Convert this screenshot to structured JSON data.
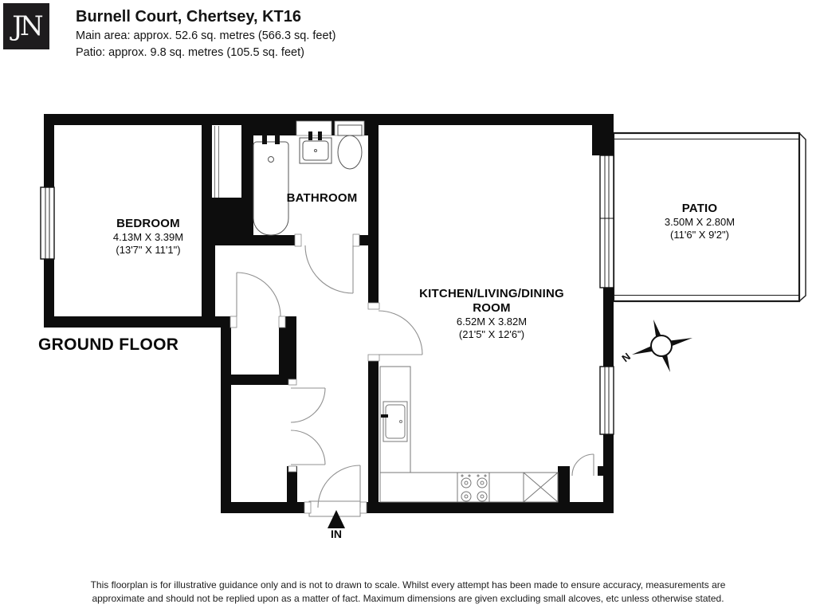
{
  "header": {
    "logo": "JN",
    "title": "Burnell Court, Chertsey, KT16",
    "main_area": "Main area: approx. 52.6 sq. metres (566.3 sq. feet)",
    "patio_area": "Patio: approx. 9.8 sq. metres (105.5 sq. feet)"
  },
  "plan": {
    "floor_label": "GROUND FLOOR",
    "entrance_label": "IN",
    "compass_north": "N",
    "rooms": {
      "bedroom": {
        "name": "BEDROOM",
        "metric": "4.13M X 3.39M",
        "imperial": "(13'7\" X 11'1\")"
      },
      "bathroom": {
        "name": "BATHROOM"
      },
      "kitchen": {
        "name_line1": "KITCHEN/LIVING/DINING",
        "name_line2": "ROOM",
        "metric": "6.52M X 3.82M",
        "imperial": "(21'5\" X 12'6\")"
      },
      "patio": {
        "name": "PATIO",
        "metric": "3.50M X 2.80M",
        "imperial": "(11'6\" X 9'2\")"
      }
    }
  },
  "footer": {
    "line1": "This floorplan is for illustrative guidance only and is not to drawn to scale. Whilst every attempt has been made to ensure accuracy, measurements are",
    "line2": "approximate and should not be replied upon as a matter of fact. Maximum dimensions are given excluding small alcoves, etc unless otherwise stated."
  }
}
